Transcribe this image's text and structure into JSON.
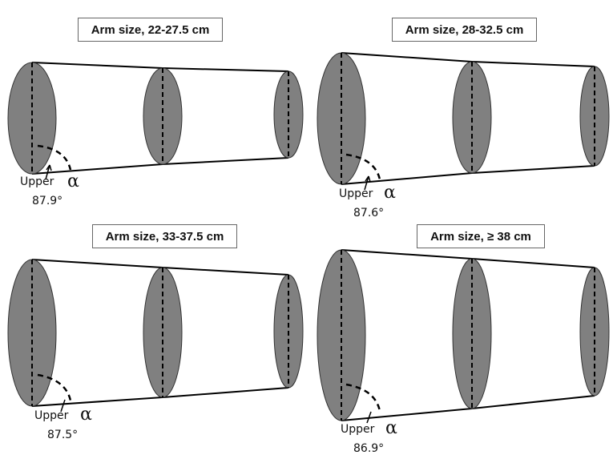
{
  "figure": {
    "description": "Truncated-cone arm models by arm size with upper angle alpha",
    "colors": {
      "ellipse_fill": "#808080",
      "stroke": "#000000",
      "background": "#ffffff"
    },
    "panels": [
      {
        "title": "Arm size, 22-27.5 cm",
        "angle_label": "Upper",
        "angle_symbol": "α",
        "angle_value": "87.9°"
      },
      {
        "title": "Arm size, 28-32.5 cm",
        "angle_label": "Upper",
        "angle_symbol": "α",
        "angle_value": "87.6°"
      },
      {
        "title": "Arm size, 33-37.5 cm",
        "angle_label": "Upper",
        "angle_symbol": "α",
        "angle_value": "87.5°"
      },
      {
        "title": "Arm size, ≥ 38 cm",
        "angle_label": "Upper",
        "angle_symbol": "α",
        "angle_value": "86.9°"
      }
    ]
  }
}
